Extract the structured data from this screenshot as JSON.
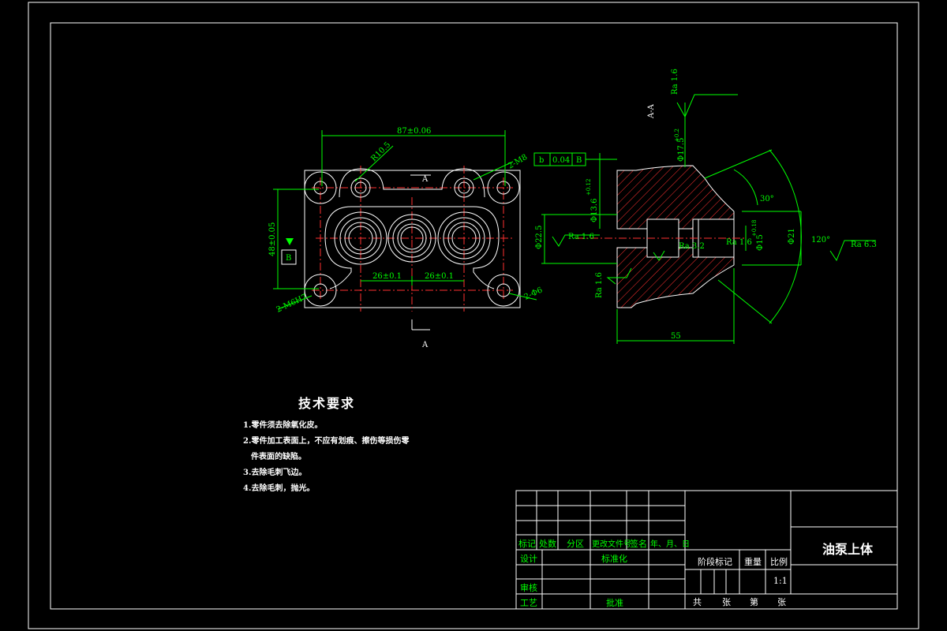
{
  "drawing": {
    "plan_view": {
      "dim_width": "87±0.06",
      "dim_height": "48±0.05",
      "dim_spacing": "26±0.1",
      "hole_radius": "R10.5",
      "hole_top": "2-M8",
      "hole_left": "2-M6H7",
      "hole_right": "2-Φ6",
      "section_mark": "A",
      "datum": "B"
    },
    "section_view": {
      "title": "A-A",
      "roughness_top": "Ra 1.6",
      "roughness_left": "Ra 1.6",
      "roughness_bottom": "Ra 1.6",
      "roughness_inner": "Ra 3.2",
      "roughness_inner2": "Ra 1.6",
      "roughness_right": "Ra 6.3",
      "dia_17_5": "Φ17.5",
      "dia_17_5_tol": "+0.2",
      "dia_13_6": "Φ13.6",
      "dia_13_6_tol": "+0.12",
      "dia_22_5": "Φ22.5",
      "dia_15": "Φ15",
      "dia_15_tol": "+0.18",
      "dia_21": "Φ21",
      "angle_30": "30°",
      "angle_120": "120°",
      "length": "55",
      "tolerance_sym": "b",
      "tolerance_value": "0.04",
      "tolerance_datum": "B"
    }
  },
  "tech": {
    "title": "技术要求",
    "items": [
      "1.零件须去除氧化皮。",
      "2.零件加工表面上，不应有划痕、擦伤等损伤零",
      "  件表面的缺陷。",
      "3.去除毛刺飞边。",
      "4.去除毛刺，抛光。"
    ]
  },
  "title_block": {
    "part_name": "油泵上体",
    "row_labels": [
      "标记",
      "处数",
      "分区",
      "更改文件号",
      "签名",
      "年、月、日"
    ],
    "design": "设计",
    "standardize": "标准化",
    "review": "审核",
    "process": "工艺",
    "approve": "批准",
    "stage_mark": "阶段标记",
    "weight": "重量",
    "scale": "比例",
    "scale_value": "1:1",
    "sheets_total": "共",
    "sheets_unit1": "张",
    "sheet_no": "第",
    "sheets_unit2": "张"
  }
}
